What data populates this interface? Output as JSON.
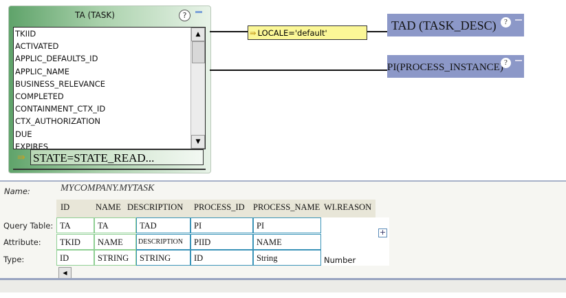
{
  "task_table": {
    "title": "TA (TASK)",
    "help": "?",
    "columns": [
      "TKIID",
      "ACTIVATED",
      "APPLIC_DEFAULTS_ID",
      "APPLIC_NAME",
      "BUSINESS_RELEVANCE",
      "COMPLETED",
      "CONTAINMENT_CTX_ID",
      "CTX_AUTHORIZATION",
      "DUE",
      "EXPIRES"
    ],
    "filter": "STATE=STATE_READ..."
  },
  "join_condition": "LOCALE='default'",
  "tad_table": {
    "title": "TAD (TASK_DESC)",
    "help": "?"
  },
  "pi_table": {
    "title": "PI(PROCESS_INSTANCE)",
    "help": "?"
  },
  "properties": {
    "name_label": "Name:",
    "name_value": "MYCOMPANY.MYTASK",
    "row_labels": [
      "Query Table:",
      "Attribute:",
      "Type:"
    ],
    "headers": [
      "ID",
      "NAME",
      "DESCRIPTION",
      "PROCESS_ID",
      "PROCESS_NAME",
      "WI.REASON"
    ],
    "query_table": [
      "TA",
      "TA",
      "TAD",
      "PI",
      "PI",
      ""
    ],
    "attribute": [
      "TKID",
      "NAME",
      "DESCRIPTION",
      "PIID",
      "NAME",
      ""
    ],
    "type": [
      "ID",
      "STRING",
      "STRING",
      "ID",
      "String",
      "Number"
    ],
    "add": "+"
  }
}
